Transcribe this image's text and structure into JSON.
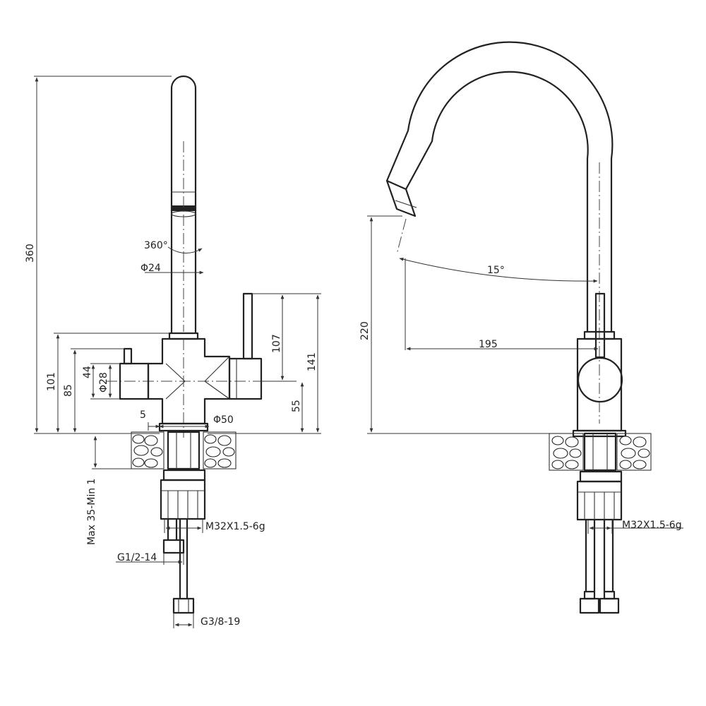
{
  "dimensions": {
    "total_height": "360",
    "rotation": "360°",
    "spout_diameter": "Φ24",
    "handle_height": "107",
    "body_height": "141",
    "body_upper_height": "101",
    "handle_axis_height": "85",
    "handle_offset": "44",
    "handle_diameter": "Φ28",
    "base_offset": "5",
    "base_diameter": "Φ50",
    "axis_height": "55",
    "countertop_thickness": "Max 35-Min 1",
    "mount_thread_left": "M32X1.5-6g",
    "inlet_thread": "G1/2-14",
    "hose_thread": "G3/8-19",
    "spout_height": "220",
    "swivel_angle": "15°",
    "spout_reach": "195",
    "mount_thread_right": "M32X1.5-6g"
  },
  "colors": {
    "line": "#222222",
    "background": "#ffffff"
  }
}
